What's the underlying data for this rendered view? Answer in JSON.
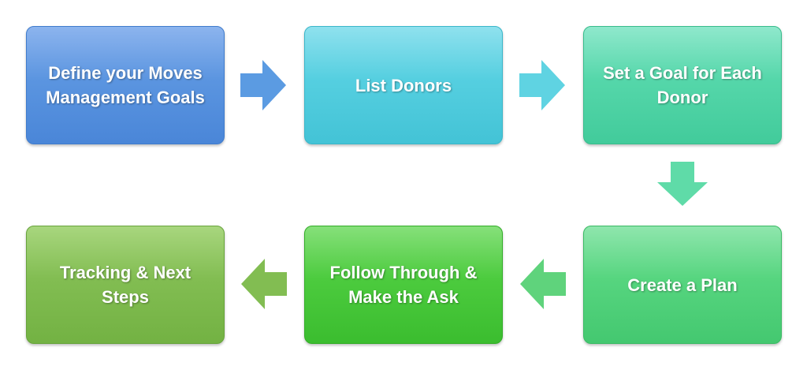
{
  "steps": [
    {
      "id": "s1",
      "lines": [
        "Define your Moves",
        "Management Goals"
      ],
      "color": "#5b95e0"
    },
    {
      "id": "s2",
      "lines": [
        "List Donors"
      ],
      "color": "#55cfe0"
    },
    {
      "id": "s3",
      "lines": [
        "Set a Goal for Each",
        "Donor"
      ],
      "color": "#55d7aa"
    },
    {
      "id": "s4",
      "lines": [
        "Create a Plan"
      ],
      "color": "#56d57f"
    },
    {
      "id": "s5",
      "lines": [
        "Follow Through &",
        "Make the Ask"
      ],
      "color": "#4ccb3e"
    },
    {
      "id": "s6",
      "lines": [
        "Tracking & Next",
        "Steps"
      ],
      "color": "#82bd52"
    }
  ],
  "arrows": [
    {
      "from": "s1",
      "to": "s2",
      "direction": "right",
      "color": "#5b9be2"
    },
    {
      "from": "s2",
      "to": "s3",
      "direction": "right",
      "color": "#5fd3e2"
    },
    {
      "from": "s3",
      "to": "s4",
      "direction": "down",
      "color": "#5fdba8"
    },
    {
      "from": "s4",
      "to": "s5",
      "direction": "left",
      "color": "#5fd37c"
    },
    {
      "from": "s5",
      "to": "s6",
      "direction": "left",
      "color": "#82bd52"
    }
  ]
}
